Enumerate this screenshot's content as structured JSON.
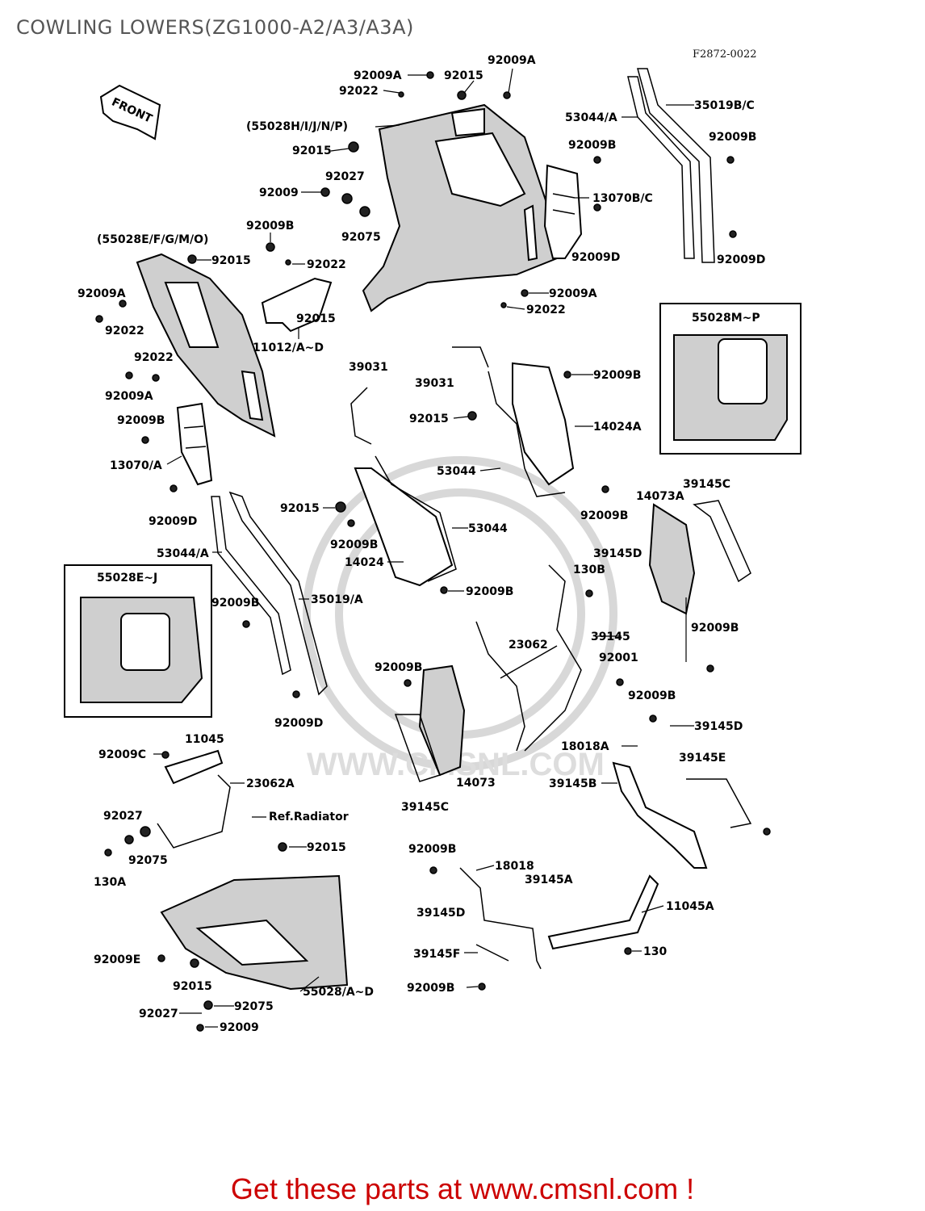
{
  "title": "COWLING LOWERS(ZG1000-A2/A3/A3A)",
  "diagram_code": "F2872-0022",
  "front_arrow": "FRONT",
  "footer": "Get these parts at www.cmsnl.com !",
  "watermark": "WWW.CMSNL.COM",
  "labels": [
    "92009A",
    "92009A",
    "92015",
    "92022",
    "(55028H/I/J/N/P)",
    "35019B/C",
    "53044/A",
    "92015",
    "92009B",
    "92009B",
    "92027",
    "92009",
    "13070B/C",
    "92075",
    "92009B",
    "(55028E/F/G/M/O)",
    "92015",
    "92022",
    "92009D",
    "92009D",
    "92009A",
    "92015",
    "92009A",
    "92022",
    "11012/A~D",
    "92022",
    "92022",
    "55028M~P",
    "39031",
    "39031",
    "92009B",
    "92009A",
    "92015",
    "14024A",
    "92009B",
    "13070/A",
    "53044",
    "92009B",
    "14073A",
    "39145C",
    "92009D",
    "92015",
    "53044",
    "53044/A",
    "92009B",
    "55028E~J",
    "14024",
    "130B",
    "39145D",
    "92009B",
    "35019/A",
    "92009B",
    "39145",
    "23062",
    "92001",
    "92009B",
    "92009B",
    "92009D",
    "92009B",
    "39145D",
    "11045",
    "92009C",
    "18018A",
    "14073",
    "39145E",
    "23062A",
    "39145B",
    "39145C",
    "92027",
    "Ref.Radiator",
    "92015",
    "92009B",
    "92075",
    "18018",
    "130A",
    "39145A",
    "11045A",
    "39145D",
    "92009E",
    "130",
    "39145F",
    "92015",
    "55028/A~D",
    "92009B",
    "92027",
    "92075",
    "92009"
  ]
}
